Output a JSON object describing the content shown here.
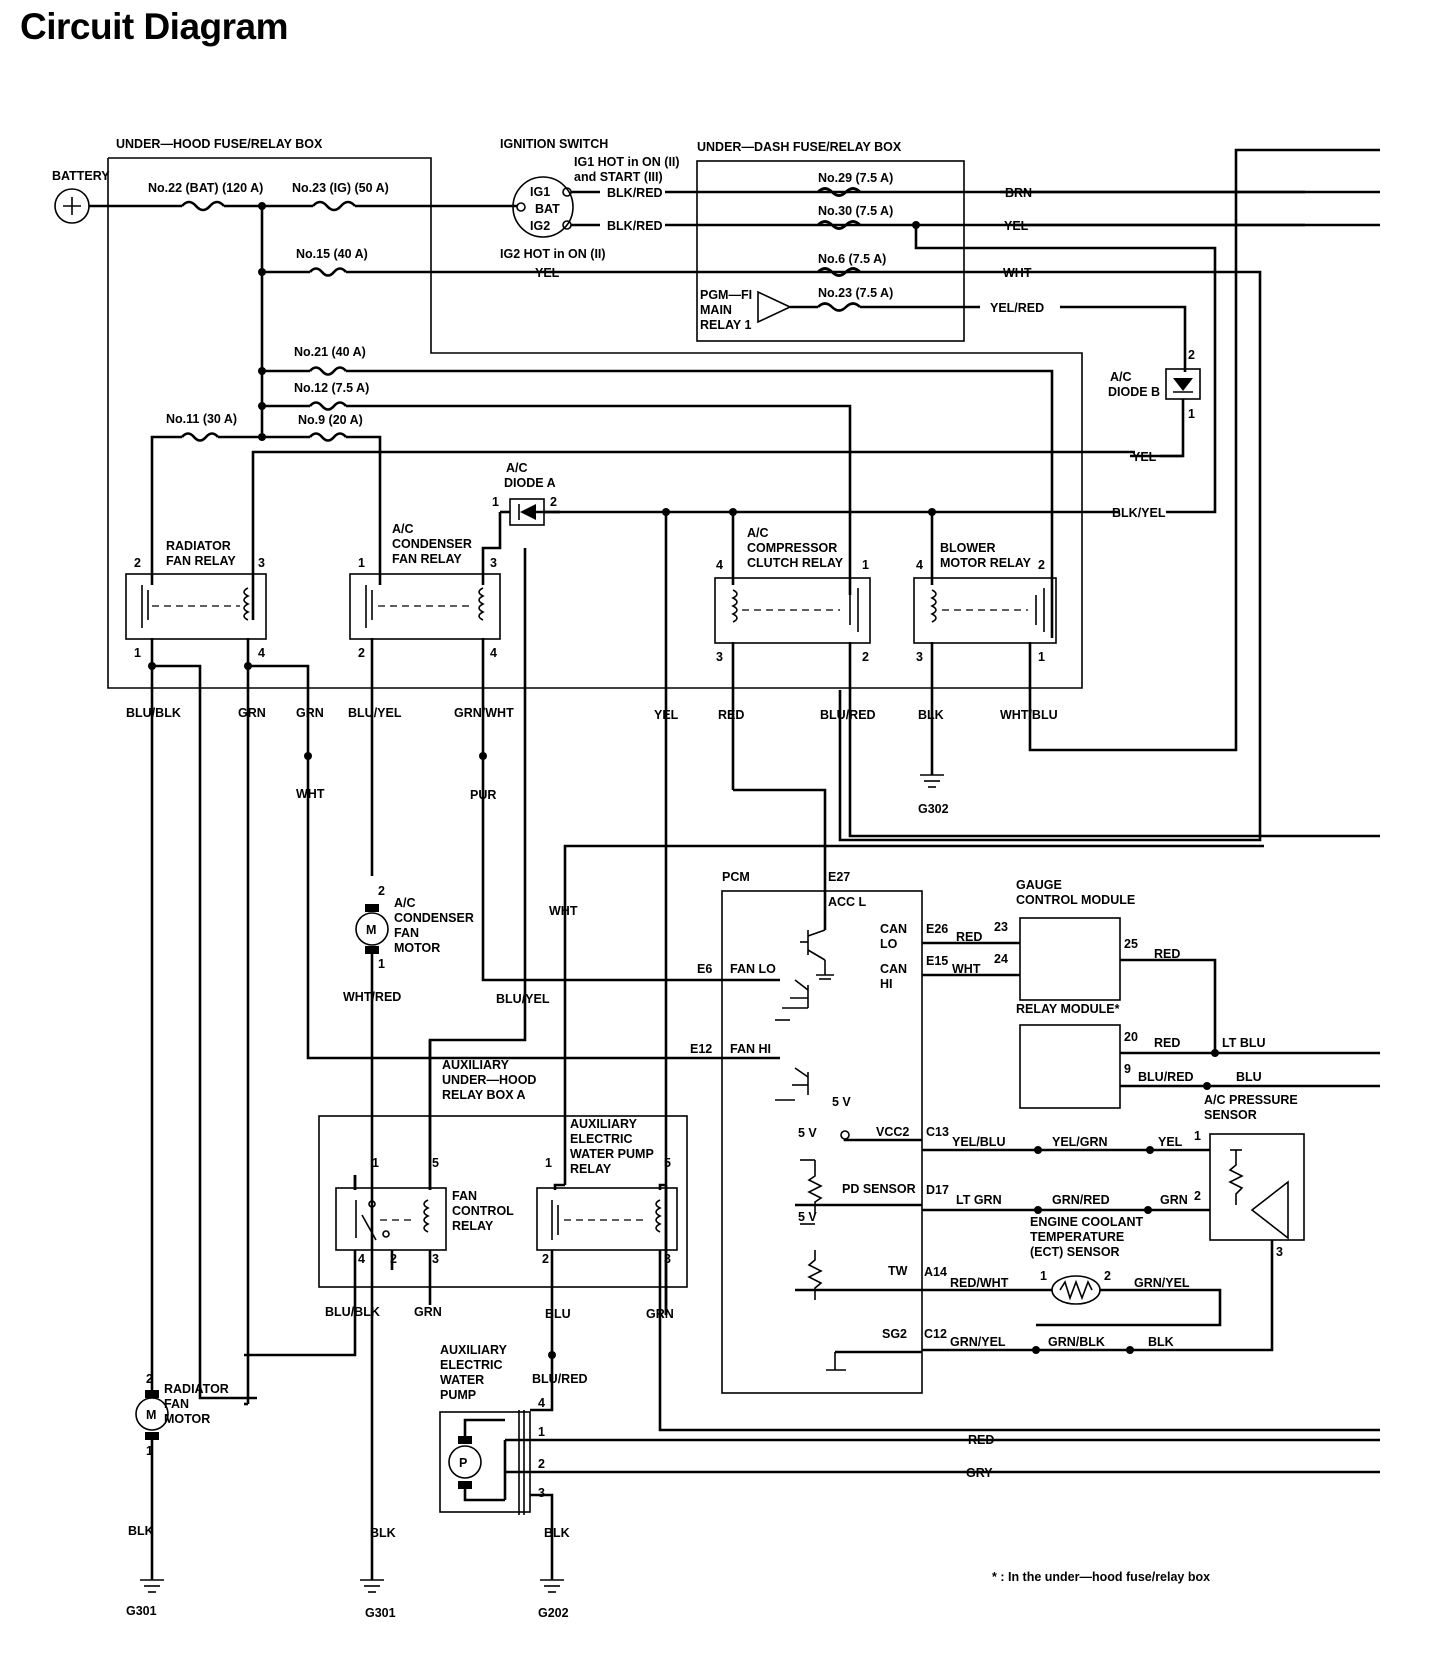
{
  "page": {
    "title": "Circuit Diagram"
  },
  "diagram": {
    "labels": {
      "battery": "BATTERY",
      "uh_box": "UNDER—HOOD FUSE/RELAY BOX",
      "ign": "IGNITION SWITCH",
      "ig1hot": "IG1 HOT in ON (II)",
      "ig1hot2": "and START (III)",
      "ig2hot": "IG2 HOT in ON (II)",
      "ig1": "IG1",
      "bat": "BAT",
      "ig2": "IG2",
      "ud_box": "UNDER—DASH FUSE/RELAY BOX",
      "f22": "No.22 (BAT) (120 A)",
      "f23": "No.23 (IG) (50 A)",
      "f15": "No.15 (40 A)",
      "f21": "No.21 (40 A)",
      "f12": "No.12 (7.5 A)",
      "f11": "No.11 (30 A)",
      "f9": "No.9 (20 A)",
      "f29": "No.29 (7.5 A)",
      "f30": "No.30 (7.5 A)",
      "f6": "No.6 (7.5 A)",
      "f23d": "No.23 (7.5 A)",
      "pgm1": "PGM—FI",
      "pgm2": "MAIN",
      "pgm3": "RELAY 1",
      "diodeb1": "A/C",
      "diodeb2": "DIODE B",
      "diodea1": "A/C",
      "diodea2": "DIODE A",
      "rad_relay1": "RADIATOR",
      "rad_relay2": "FAN RELAY",
      "cond_relay1": "A/C",
      "cond_relay2": "CONDENSER",
      "cond_relay3": "FAN RELAY",
      "comp_relay1": "A/C",
      "comp_relay2": "COMPRESSOR",
      "comp_relay3": "CLUTCH RELAY",
      "blower1": "BLOWER",
      "blower2": "MOTOR RELAY",
      "cond_motor1": "A/C",
      "cond_motor2": "CONDENSER",
      "cond_motor3": "FAN",
      "cond_motor4": "MOTOR",
      "aux_box1": "AUXILIARY",
      "aux_box2": "UNDER—HOOD",
      "aux_box3": "RELAY BOX A",
      "fcr1": "FAN",
      "fcr2": "CONTROL",
      "fcr3": "RELAY",
      "awr1": "AUXILIARY",
      "awr2": "ELECTRIC",
      "awr3": "WATER PUMP",
      "awr4": "RELAY",
      "pcm": "PCM",
      "acc": "ACC L",
      "fanlo": "FAN LO",
      "fanhi": "FAN HI",
      "canlo1": "CAN",
      "canlo2": "LO",
      "canhi1": "CAN",
      "canhi2": "HI",
      "vcc2": "VCC2",
      "pdsensor": "PD SENSOR",
      "tw": "TW",
      "sg2": "SG2",
      "gauge1": "GAUGE",
      "gauge2": "CONTROL MODULE",
      "relaymod": "RELAY MODULE*",
      "acps1": "A/C PRESSURE",
      "acps2": "SENSOR",
      "ect1": "ENGINE COOLANT",
      "ect2": "TEMPERATURE",
      "ect3": "(ECT) SENSOR",
      "radmotor1": "RADIATOR",
      "radmotor2": "FAN",
      "radmotor3": "MOTOR",
      "pump1": "AUXILIARY",
      "pump2": "ELECTRIC",
      "pump3": "WATER",
      "pump4": "PUMP",
      "five_v": "5 V",
      "footnote": "* : In the under—hood fuse/relay box",
      "M": "M",
      "P": "P"
    },
    "wire_colors": {
      "blk_red": "BLK/RED",
      "yel": "YEL",
      "brn": "BRN",
      "wht": "WHT",
      "yel_red": "YEL/RED",
      "blk_yel": "BLK/YEL",
      "blu_blk": "BLU/BLK",
      "grn": "GRN",
      "blu_yel": "BLU/YEL",
      "grn_wht": "GRN/WHT",
      "red": "RED",
      "blu_red": "BLU/RED",
      "blk": "BLK",
      "wht_blu": "WHT/BLU",
      "pur": "PUR",
      "wht_red": "WHT/RED",
      "yel_blu": "YEL/BLU",
      "yel_grn": "YEL/GRN",
      "lt_grn": "LT GRN",
      "grn_red": "GRN/RED",
      "red_wht": "RED/WHT",
      "grn_yel": "GRN/YEL",
      "grn_blk": "GRN/BLK",
      "lt_blu": "LT BLU",
      "blu": "BLU",
      "gry": "GRY"
    },
    "terminals": {
      "e27": "E27",
      "e6": "E6",
      "e12": "E12",
      "e26": "E26",
      "e15": "E15",
      "c13": "C13",
      "d17": "D17",
      "a14": "A14",
      "c12": "C12",
      "n1": "1",
      "n2": "2",
      "n3": "3",
      "n4": "4",
      "n5": "5",
      "n9": "9",
      "n20": "20",
      "n23": "23",
      "n24": "24",
      "n25": "25"
    },
    "grounds": {
      "g301": "G301",
      "g302": "G302",
      "g202": "G202"
    }
  }
}
